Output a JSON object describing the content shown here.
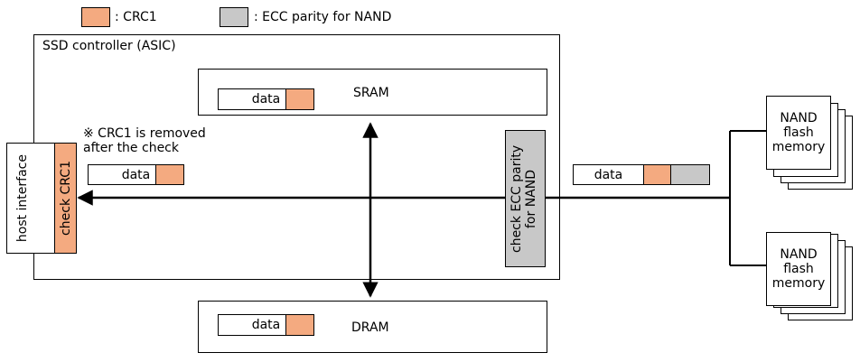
{
  "legend": {
    "crc_label": ": CRC1",
    "ecc_label": ": ECC parity for NAND",
    "crc_color": "#f4aa80",
    "ecc_color": "#c8c8c8"
  },
  "controller": {
    "title": "SSD controller (ASIC)"
  },
  "sram": {
    "label": "SRAM",
    "data_label": "data"
  },
  "dram": {
    "label": "DRAM",
    "data_label": "data"
  },
  "host": {
    "label": "host interface",
    "check_label": "check CRC1"
  },
  "ecc_block": {
    "label": "check ECC parity for NAND"
  },
  "note": {
    "line1": "※ CRC1 is removed",
    "line2": "after the check"
  },
  "mid_packet": {
    "data_label": "data"
  },
  "nand_packet": {
    "data_label": "data"
  },
  "nand": [
    {
      "label": "NAND flash memory"
    },
    {
      "label": "NAND flash memory"
    }
  ]
}
